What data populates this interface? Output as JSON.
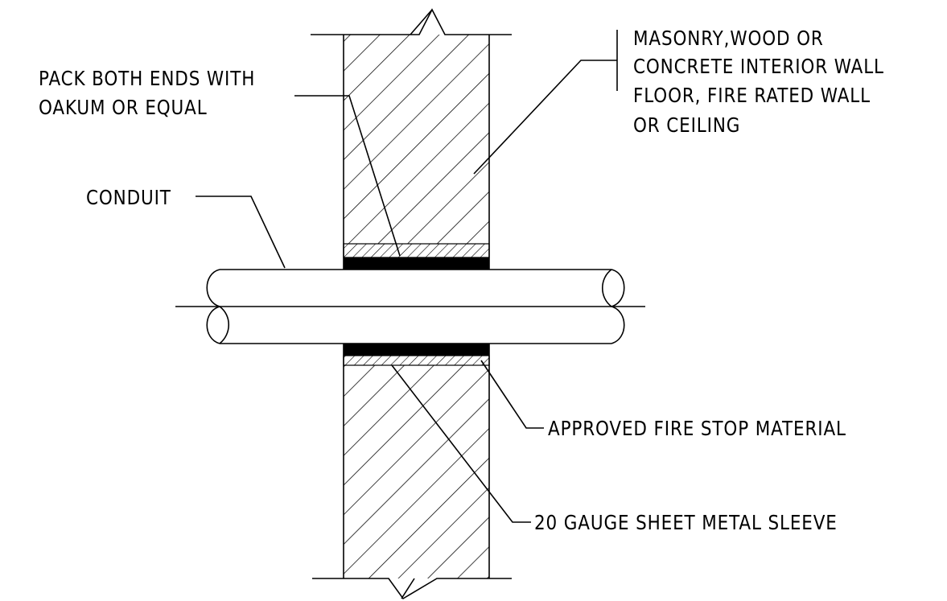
{
  "labels": {
    "pack_line1": "PACK BOTH ENDS WITH",
    "pack_line2": "OAKUM OR EQUAL",
    "wall_line1": "MASONRY,WOOD OR",
    "wall_line2": "CONCRETE INTERIOR WALL",
    "wall_line3": "FLOOR, FIRE RATED WALL",
    "wall_line4": "OR CEILING",
    "conduit": "CONDUIT",
    "fire_stop": "APPROVED FIRE STOP MATERIAL",
    "sleeve": "20 GAUGE SHEET METAL SLEEVE"
  }
}
